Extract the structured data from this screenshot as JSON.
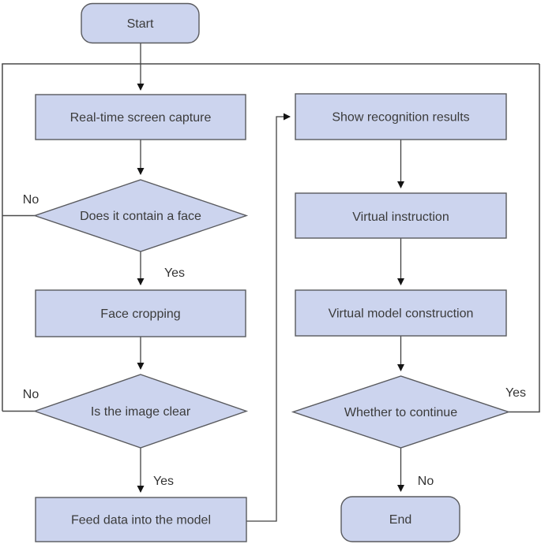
{
  "diagram": {
    "type": "flowchart",
    "colors": {
      "node_fill": "#ccd4ee",
      "node_border": "#595a5e",
      "connector_line": "#414141",
      "text": "#3b3b3b",
      "background": "#ffffff"
    },
    "nodes": {
      "start": {
        "label": "Start",
        "shape": "rounded-rect"
      },
      "capture": {
        "label": "Real-time screen capture",
        "shape": "rect"
      },
      "face_check": {
        "label": "Does it contain a face",
        "shape": "diamond"
      },
      "crop": {
        "label": "Face cropping",
        "shape": "rect"
      },
      "clarity_check": {
        "label": "Is the image clear",
        "shape": "diamond"
      },
      "feed": {
        "label": "Feed data into the model",
        "shape": "rect"
      },
      "show_results": {
        "label": "Show recognition results",
        "shape": "rect"
      },
      "virtual_instruction": {
        "label": "Virtual instruction",
        "shape": "rect"
      },
      "virtual_model": {
        "label": "Virtual model construction",
        "shape": "rect"
      },
      "continue_check": {
        "label": "Whether to continue",
        "shape": "diamond"
      },
      "end": {
        "label": "End",
        "shape": "rounded-rect"
      }
    },
    "edge_labels": {
      "face_no": "No",
      "face_yes": "Yes",
      "clear_no": "No",
      "clear_yes": "Yes",
      "continue_yes": "Yes",
      "continue_no": "No"
    }
  }
}
